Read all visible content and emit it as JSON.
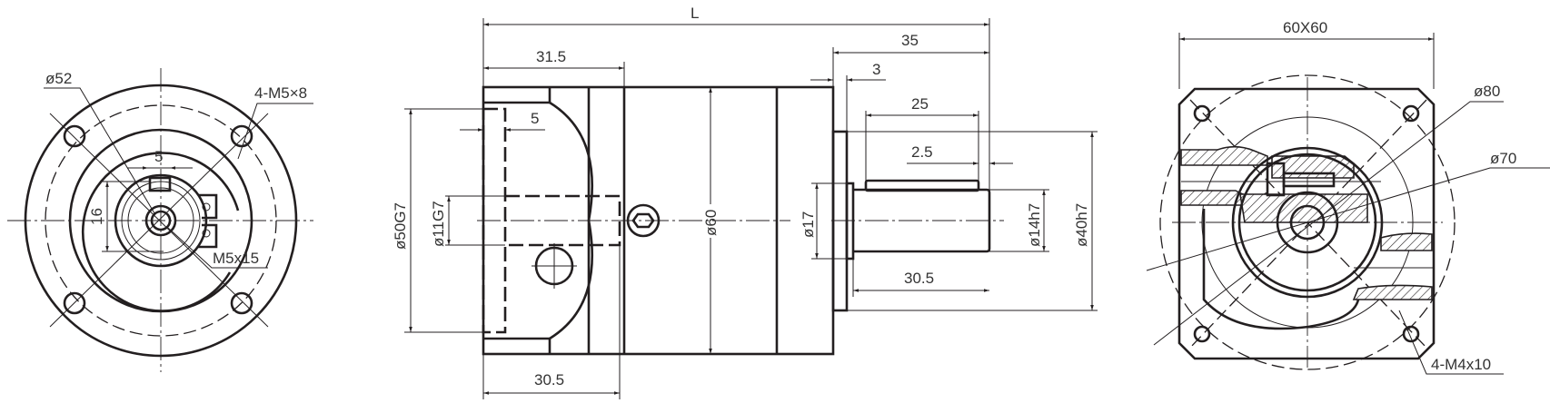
{
  "drawing": {
    "front_view": {
      "labels": {
        "flange_dia": "ø52",
        "mount_holes": "4-M5×8",
        "key_width": "5",
        "height": "16",
        "clamp_screw": "M5x15"
      }
    },
    "side_view": {
      "labels": {
        "overall_length": "L",
        "input_length": "31.5",
        "recess_depth": "5",
        "pilot_dia": "ø50G7",
        "input_bore": "ø11G7",
        "body_dia": "ø60",
        "input_bottom": "30.5",
        "output_length": "35",
        "flange_thickness": "3",
        "key_length": "25",
        "key_offset": "2.5",
        "shoulder_dia": "ø17",
        "shaft_dia": "ø14h7",
        "spigot_dia": "ø40h7",
        "shaft_length": "30.5"
      }
    },
    "output_view": {
      "labels": {
        "square": "60X60",
        "pcd_outer": "ø80",
        "pcd_inner": "ø70",
        "mount_holes": "4-M4x10"
      }
    }
  }
}
